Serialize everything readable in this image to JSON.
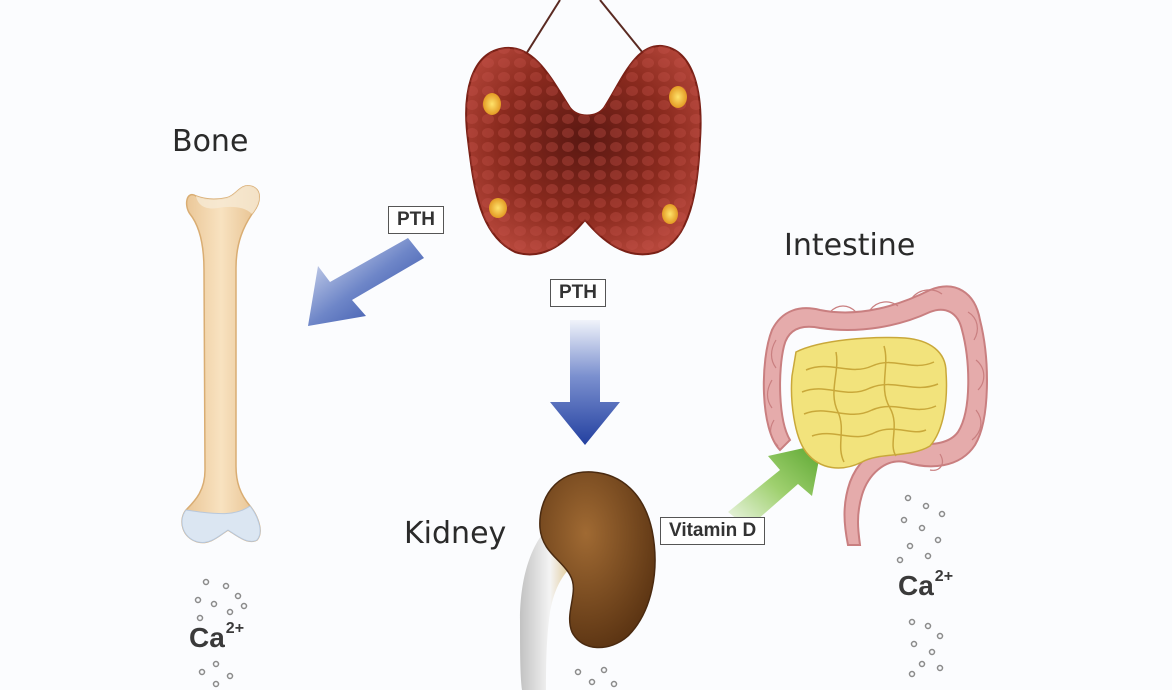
{
  "labels": {
    "bone": "Bone",
    "intestine": "Intestine",
    "kidney": "Kidney"
  },
  "hormones": {
    "pth_to_bone": "PTH",
    "pth_to_kidney": "PTH",
    "vitamin_d": "Vitamin D"
  },
  "ions": {
    "bone_ion": {
      "symbol": "Ca",
      "charge": "2+"
    },
    "intestine_ion": {
      "symbol": "Ca",
      "charge": "2+"
    }
  },
  "colors": {
    "pth_arrow": "#2f4fae",
    "vitamin_d_arrow": "#6fb63e",
    "gland": "#8e2a1f",
    "bone": "#f1d2a6",
    "kidney": "#7b4a1f",
    "intestine_large": "#e2a7a7",
    "intestine_small": "#f1e27b"
  }
}
